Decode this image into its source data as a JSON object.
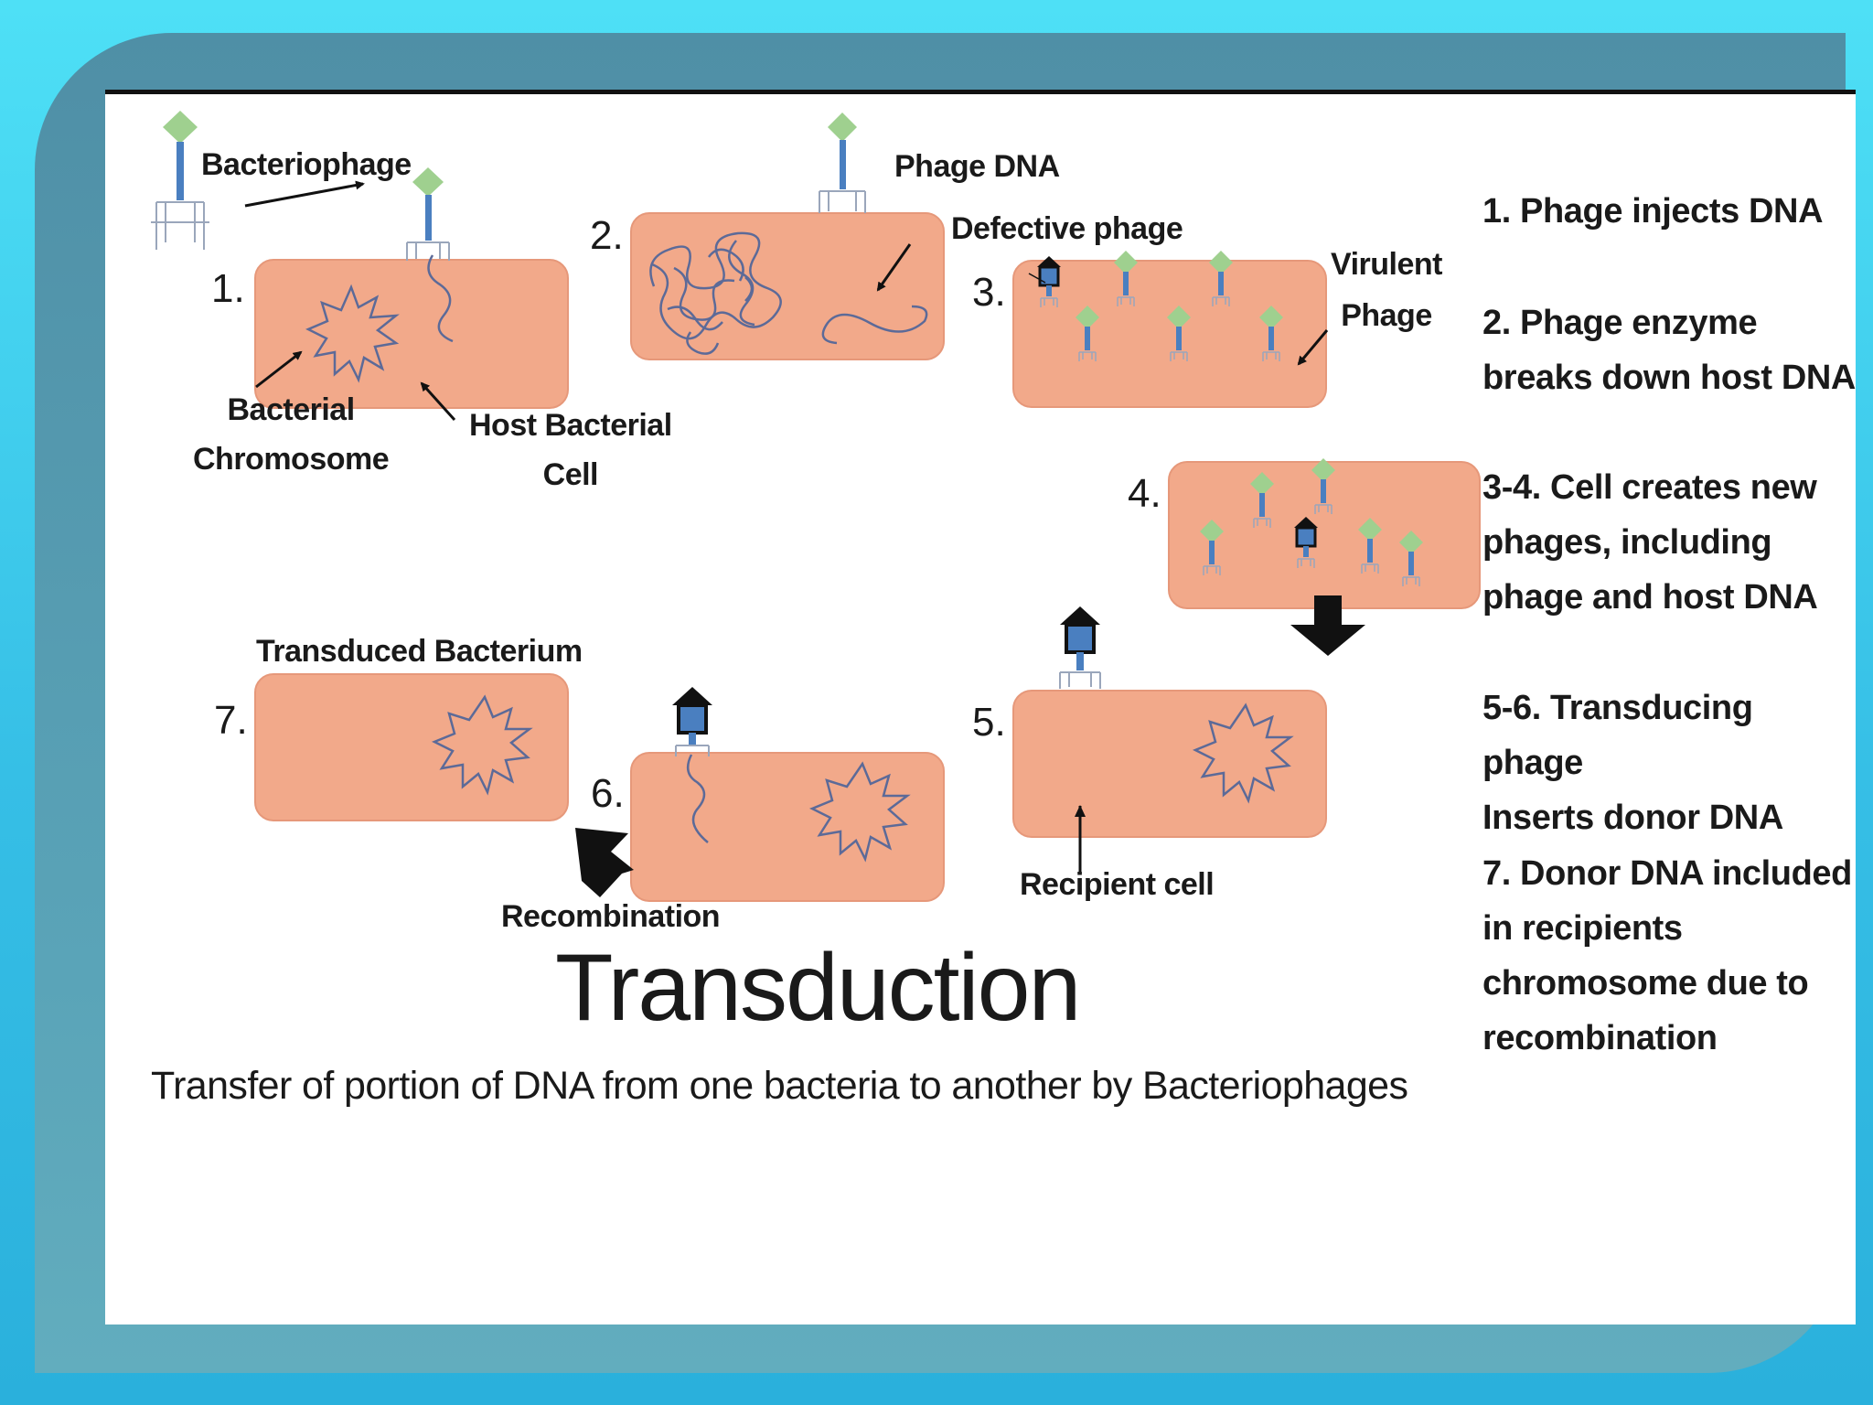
{
  "labels": {
    "bacteriophage": "Bacteriophage",
    "phage_dna": "Phage DNA",
    "defective_phage": "Defective phage",
    "virulent_phage": "Virulent\nPhage",
    "bacterial_chromosome": "Bacterial\nChromosome",
    "host_bacterial_cell": "Host Bacterial\nCell",
    "transduced_bacterium": "Transduced Bacterium",
    "recombination": "Recombination",
    "recipient_cell": "Recipient cell"
  },
  "step_numbers": [
    "1.",
    "2.",
    "3.",
    "4.",
    "5.",
    "6.",
    "7."
  ],
  "steps": [
    "1. Phage injects DNA",
    "2. Phage enzyme\nbreaks down host DNA",
    "3-4. Cell creates new\nphages, including\nphage and host DNA",
    "5-6. Transducing phage\nInserts donor DNA",
    "7. Donor DNA included\nin recipients\nchromosome due to\nrecombination"
  ],
  "title": "Transduction",
  "subtitle": "Transfer of portion of DNA from one bacteria to another by Bacteriophages",
  "colors": {
    "cell_fill": "#f2a98a",
    "cell_stroke": "#e6987a",
    "dna": "#5c6a98",
    "phage_head": "#9fd08f",
    "phage_tail": "#4a7fc0",
    "phage_fiber": "#9aa6bb",
    "defective_head": "#111111",
    "arrow": "#111111"
  }
}
